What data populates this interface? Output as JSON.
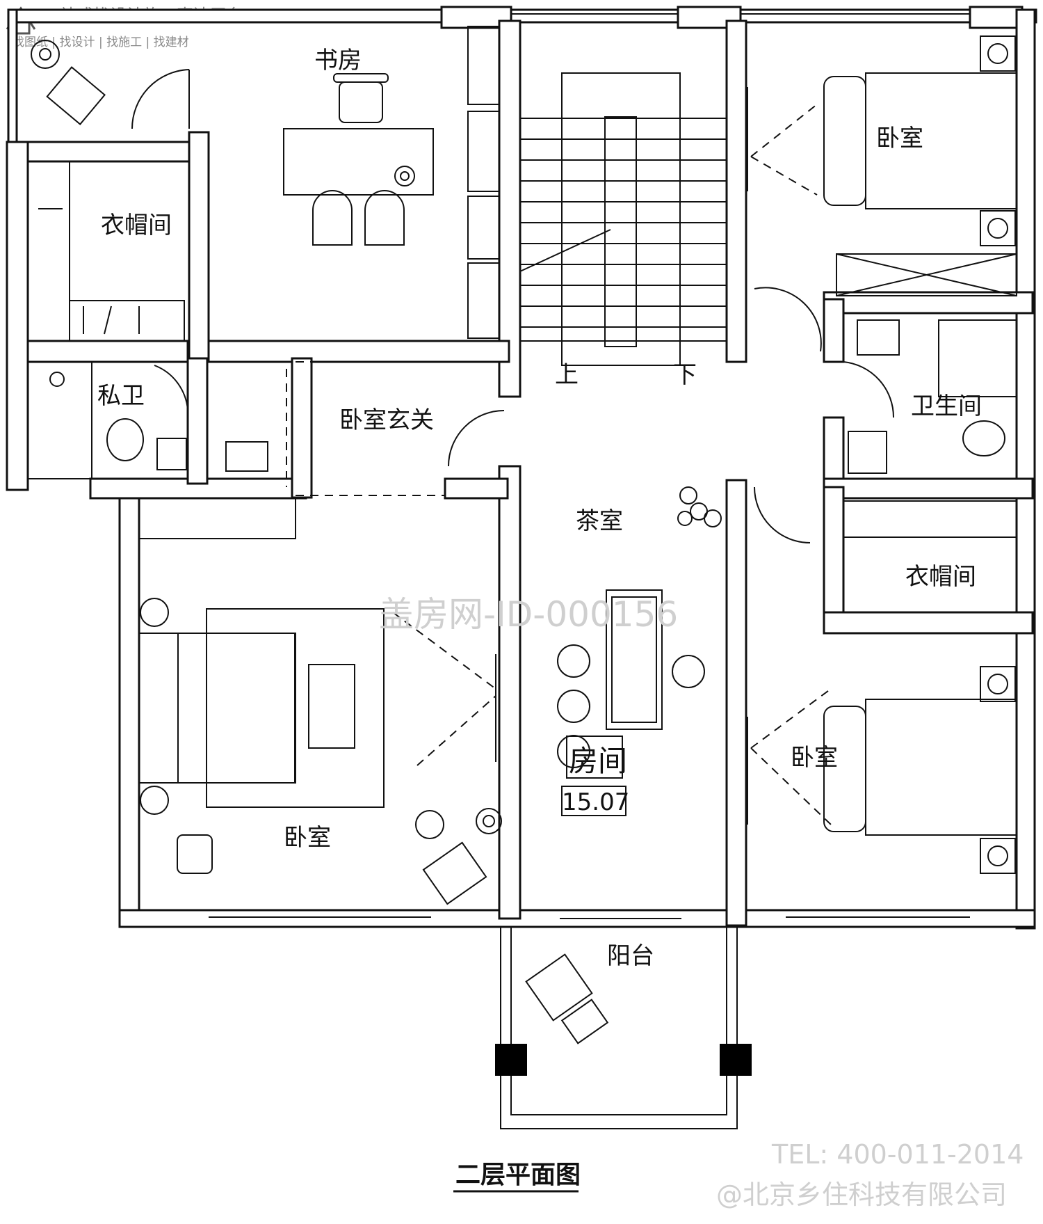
{
  "watermark": {
    "brand_line": "一站式找设计施工直达平台",
    "brand_subline": "找图纸 | 找设计 | 找施工 | 找建材",
    "center": "盖房网-ID-000156",
    "tel": "TEL: 400-011-2014",
    "company": "@北京乡住科技有限公司"
  },
  "rooms": {
    "study": "书房",
    "closet_left": "衣帽间",
    "private_bath": "私卫",
    "foyer": "卧室玄关",
    "tea_room": "茶室",
    "bedroom_top_right": "卧室",
    "bathroom": "卫生间",
    "closet_right": "衣帽间",
    "bedroom_right": "卧室",
    "master_bedroom": "卧室",
    "balcony": "阳台"
  },
  "stairs": {
    "up": "上",
    "down": "下"
  },
  "area_tag": {
    "name": "房间",
    "value": "15.07"
  },
  "drawing_title": "二层平面图"
}
